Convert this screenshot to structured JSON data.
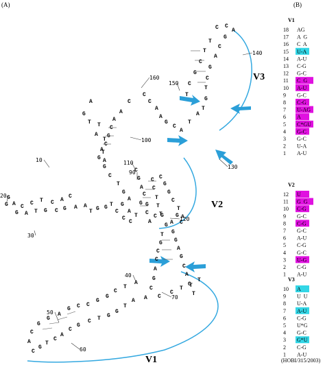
{
  "panels": {
    "a": "(A)",
    "b": "(B)"
  },
  "regions": {
    "v1": "V1",
    "v2": "V2",
    "v3": "V3"
  },
  "position_numbers": [
    "10",
    "20",
    "30",
    "40",
    "50",
    "60",
    "70",
    "90",
    "100",
    "110",
    "120",
    "130",
    "140",
    "150",
    "160"
  ],
  "colors": {
    "cyan": "#33d6e6",
    "magenta": "#e011e0",
    "blue_line": "#33a8e0",
    "arrow": "#2b9fd8"
  },
  "tables": [
    {
      "title": "V1",
      "rows": [
        {
          "n": "18",
          "p": "AG",
          "h": ""
        },
        {
          "n": "17",
          "p": "A  G",
          "h": ""
        },
        {
          "n": "16",
          "p": "C  A",
          "h": ""
        },
        {
          "n": "15",
          "p": "U-A",
          "h": "cyan"
        },
        {
          "n": "14",
          "p": "A-U",
          "h": ""
        },
        {
          "n": "13",
          "p": "C-G",
          "h": ""
        },
        {
          "n": "12",
          "p": "G-C",
          "h": ""
        },
        {
          "n": "11",
          "p": "C  G",
          "h": "magenta"
        },
        {
          "n": "10",
          "p": "A-U",
          "h": "magenta"
        },
        {
          "n": "9",
          "p": "G-C",
          "h": ""
        },
        {
          "n": "8",
          "p": "C-G",
          "h": "magenta"
        },
        {
          "n": "7",
          "p": "U-AG",
          "h": "magenta"
        },
        {
          "n": "6",
          "p": "A",
          "h": "magenta"
        },
        {
          "n": "5",
          "p": "C*GU",
          "h": "magenta"
        },
        {
          "n": "4",
          "p": "G-C",
          "h": "magenta"
        },
        {
          "n": "3",
          "p": "G-C",
          "h": ""
        },
        {
          "n": "2",
          "p": "U-A",
          "h": ""
        },
        {
          "n": "1",
          "p": "A-U",
          "h": ""
        }
      ]
    },
    {
      "title": "V2",
      "rows": [
        {
          "n": "12",
          "p": "U",
          "h": "magenta"
        },
        {
          "n": "11",
          "p": "G  G",
          "h": "magenta"
        },
        {
          "n": "10",
          "p": "C-G",
          "h": "magenta"
        },
        {
          "n": "9",
          "p": "G-C",
          "h": ""
        },
        {
          "n": "8",
          "p": "C-G",
          "h": "magenta"
        },
        {
          "n": "7",
          "p": "G-C",
          "h": ""
        },
        {
          "n": "6",
          "p": "A-U",
          "h": ""
        },
        {
          "n": "5",
          "p": "C-G",
          "h": ""
        },
        {
          "n": "4",
          "p": "G-C",
          "h": ""
        },
        {
          "n": "3",
          "p": "U-G",
          "h": "magenta"
        },
        {
          "n": "2",
          "p": "C-G",
          "h": ""
        },
        {
          "n": "1",
          "p": "A-U",
          "h": ""
        }
      ]
    },
    {
      "title": "V3",
      "rows": [
        {
          "n": "10",
          "p": "A",
          "h": "cyan"
        },
        {
          "n": "9",
          "p": "U  U",
          "h": ""
        },
        {
          "n": "8",
          "p": "U-A",
          "h": ""
        },
        {
          "n": "7",
          "p": "A-U",
          "h": "cyan"
        },
        {
          "n": "6",
          "p": "C-G",
          "h": ""
        },
        {
          "n": "5",
          "p": "U*G",
          "h": ""
        },
        {
          "n": "4",
          "p": "G-C",
          "h": ""
        },
        {
          "n": "3",
          "p": "G*U",
          "h": "cyan"
        },
        {
          "n": "2",
          "p": "C-G",
          "h": ""
        },
        {
          "n": "1",
          "p": "A-U",
          "h": ""
        }
      ]
    }
  ],
  "strain_label": "(HOBI/315/2003)",
  "sequence": {
    "bases": [
      "G",
      "G",
      "A",
      "G",
      "C",
      "A",
      "C",
      "T",
      "T",
      "G",
      "C",
      "C",
      "A",
      "G",
      "C",
      "A",
      "A",
      "T",
      "G",
      "G",
      "T",
      "C",
      "G",
      "C",
      "A",
      "C",
      "T",
      "G",
      "C",
      "A",
      "C",
      "G",
      "G",
      "A",
      "G",
      "C",
      "C",
      "G",
      "G",
      "C",
      "T",
      "A",
      "C",
      "C",
      "T",
      "T",
      "T",
      "C",
      "G",
      "A",
      "C",
      "G",
      "A",
      "T",
      "C",
      "G",
      "C",
      "A",
      "A",
      "C",
      "C",
      "C",
      "A",
      "A",
      "G",
      "C",
      "A",
      "T",
      "A",
      "T",
      "G",
      "T",
      "C",
      "G",
      "A",
      "C",
      "G",
      "A",
      "C",
      "C",
      "T",
      "T",
      "C",
      "G",
      "C",
      "T",
      "A",
      "G",
      "T",
      "T",
      "A",
      "T",
      "A",
      "G",
      "G",
      "C",
      "T",
      "G",
      "A"
    ]
  }
}
